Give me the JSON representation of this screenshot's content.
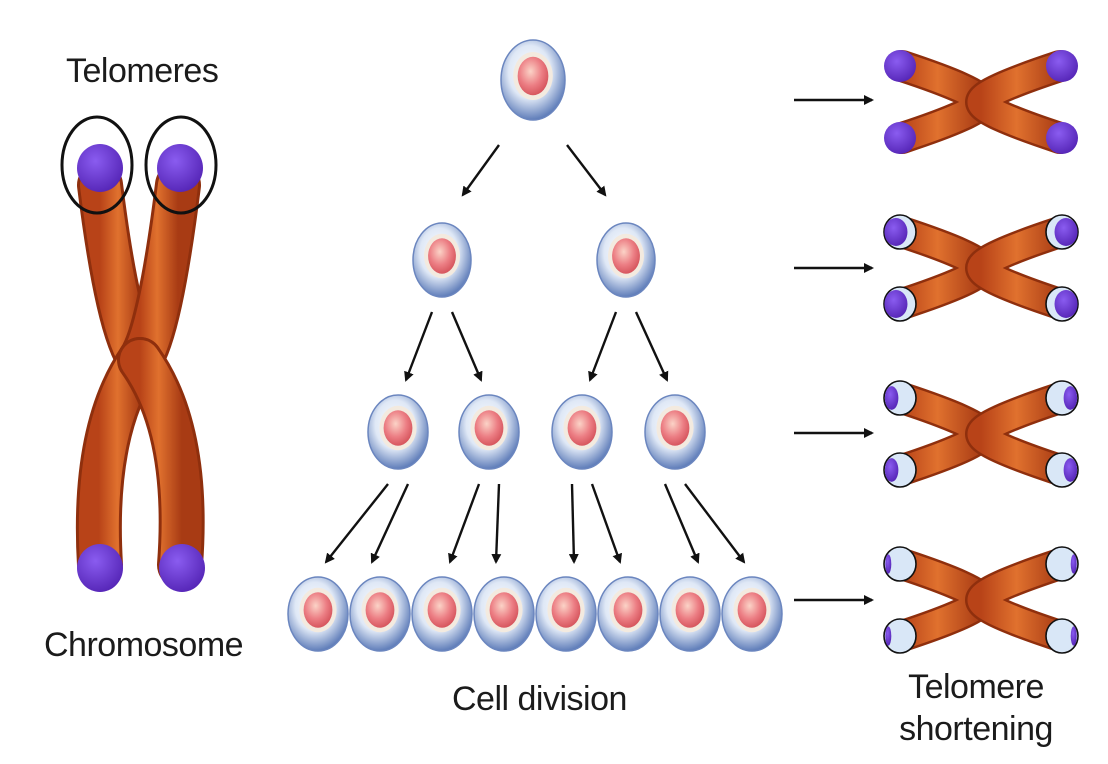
{
  "labels": {
    "telomeres": "Telomeres",
    "chromosome": "Chromosome",
    "cell_division": "Cell division",
    "telomere_shortening": "Telomere shortening"
  },
  "colors": {
    "chromosome_arm": "#c9531f",
    "telomere": "#6a2fcf",
    "cell_membrane": "#7f96c6",
    "cell_nucleus": "#e8737e",
    "lost_telomere_fill": "#d9e7f7",
    "outline": "#111111"
  },
  "division_tree": {
    "generations": [
      1,
      2,
      4,
      8
    ]
  },
  "telomere_shortening": {
    "stages": [
      {
        "telomere_remaining": 1.0
      },
      {
        "telomere_remaining": 0.72
      },
      {
        "telomere_remaining": 0.42
      },
      {
        "telomere_remaining": 0.12
      }
    ]
  }
}
